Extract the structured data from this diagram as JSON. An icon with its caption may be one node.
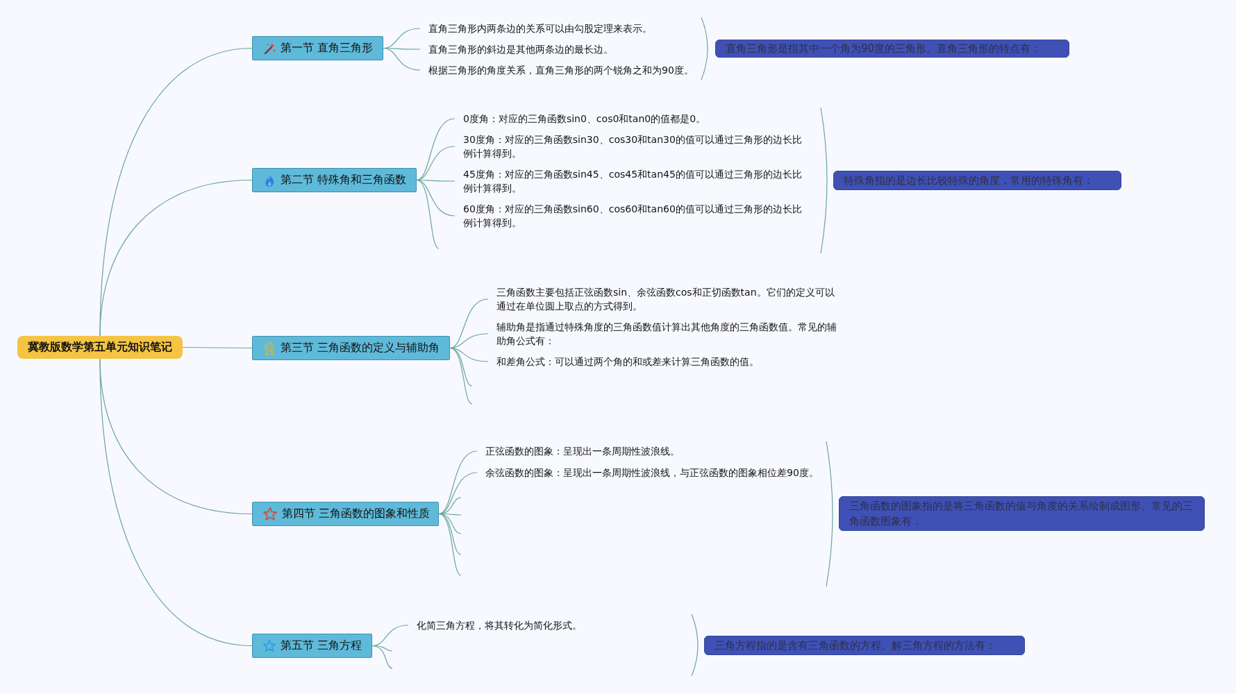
{
  "diagram": {
    "nodes": [
      {
        "text": [
          "冀教版数学第五单元知识笔记"
        ]
      },
      {
        "text": [
          "第一节 直角三角形"
        ]
      },
      {
        "text": [
          "直角三角形内两条边的关系可以由勾股定理来表示。"
        ]
      },
      {
        "text": [
          "直角三角形的斜边是其他两条边的最长边。"
        ]
      },
      {
        "text": [
          "根据三角形的角度关系，直角三角形的两个锐角之和为90度。"
        ]
      },
      {
        "text": [
          "直角三角形是指其中一个角为90度的三角形。直角三角形的特点有："
        ]
      },
      {
        "text": [
          "第二节 特殊角和三角函数"
        ]
      },
      {
        "text": [
          "0度角：对应的三角函数sin0、cos0和tan0的值都是0。"
        ]
      },
      {
        "text": [
          "30度角：对应的三角函数sin30、cos30和tan30的值可以通过三角形的边长比例计算得到。"
        ]
      },
      {
        "text": [
          "45度角：对应的三角函数sin45、cos45和tan45的值可以通过三角形的边长比例计算得到。"
        ]
      },
      {
        "text": [
          "60度角：对应的三角函数sin60、cos60和tan60的值可以通过三角形的边长比例计算得到。"
        ]
      },
      {
        "text": [
          "特殊角指的是边长比较特殊的角度，常用的特殊角有："
        ]
      },
      {
        "text": [
          "第三节 三角函数的定义与辅助角"
        ]
      },
      {
        "text": [
          "三角函数主要包括正弦函数sin、余弦函数cos和正切函数tan。它们的定义可以通过在单位圆上取点的方式得到。"
        ]
      },
      {
        "text": [
          "辅助角是指通过特殊角度的三角函数值计算出其他角度的三角函数值。常见的辅助角公式有："
        ]
      },
      {
        "text": [
          "和差角公式：可以通过两个角的和或差来计算三角函数的值。"
        ]
      },
      {
        "text": [
          "第四节 三角函数的图象和性质"
        ]
      },
      {
        "text": [
          "正弦函数的图象：呈现出一条周期性波浪线。"
        ]
      },
      {
        "text": [
          "余弦函数的图象：呈现出一条周期性波浪线，与正弦函数的图象相位差90度。"
        ]
      },
      {
        "text": [
          "三角函数的图象指的是将三角函数的值与角度的关系绘制成图形。常见的三角函数图象有："
        ]
      },
      {
        "text": [
          "第五节 三角方程"
        ]
      },
      {
        "text": [
          "化简三角方程，将其转化为简化形式。"
        ]
      },
      {
        "text": [
          "三角方程指的是含有三角函数的方程。解三角方程的方法有："
        ]
      }
    ],
    "edges": [
      {
        "from": 0,
        "to": 1,
        "arrow": "none"
      },
      {
        "from": 1,
        "to": 2,
        "arrow": "none"
      },
      {
        "from": 1,
        "to": 3,
        "arrow": "none"
      },
      {
        "from": 1,
        "to": 4,
        "arrow": "none"
      },
      {
        "from": 0,
        "to": 6,
        "arrow": "none"
      },
      {
        "from": 6,
        "to": 7,
        "arrow": "none"
      },
      {
        "from": 6,
        "to": 8,
        "arrow": "none"
      },
      {
        "from": 6,
        "to": 9,
        "arrow": "none"
      },
      {
        "from": 6,
        "to": 10,
        "arrow": "none"
      },
      {
        "from": 6,
        "to": null,
        "arrow": "none"
      },
      {
        "from": 0,
        "to": 12,
        "arrow": "none"
      },
      {
        "from": 12,
        "to": 13,
        "arrow": "none"
      },
      {
        "from": 12,
        "to": 14,
        "arrow": "none"
      },
      {
        "from": 12,
        "to": 15,
        "arrow": "none"
      },
      {
        "from": 12,
        "to": null,
        "arrow": "none"
      },
      {
        "from": 12,
        "to": null,
        "arrow": "none"
      },
      {
        "from": 0,
        "to": 16,
        "arrow": "none"
      },
      {
        "from": 16,
        "to": 17,
        "arrow": "none"
      },
      {
        "from": 16,
        "to": 18,
        "arrow": "none"
      },
      {
        "from": 16,
        "to": null,
        "arrow": "none"
      },
      {
        "from": 16,
        "to": null,
        "arrow": "none"
      },
      {
        "from": 16,
        "to": null,
        "arrow": "none"
      },
      {
        "from": 16,
        "to": null,
        "arrow": "none"
      },
      {
        "from": 16,
        "to": null,
        "arrow": "none"
      },
      {
        "from": 0,
        "to": 20,
        "arrow": "none"
      },
      {
        "from": 20,
        "to": 21,
        "arrow": "none"
      },
      {
        "from": 20,
        "to": null,
        "arrow": "none"
      },
      {
        "from": 20,
        "to": null,
        "arrow": "none"
      }
    ]
  }
}
